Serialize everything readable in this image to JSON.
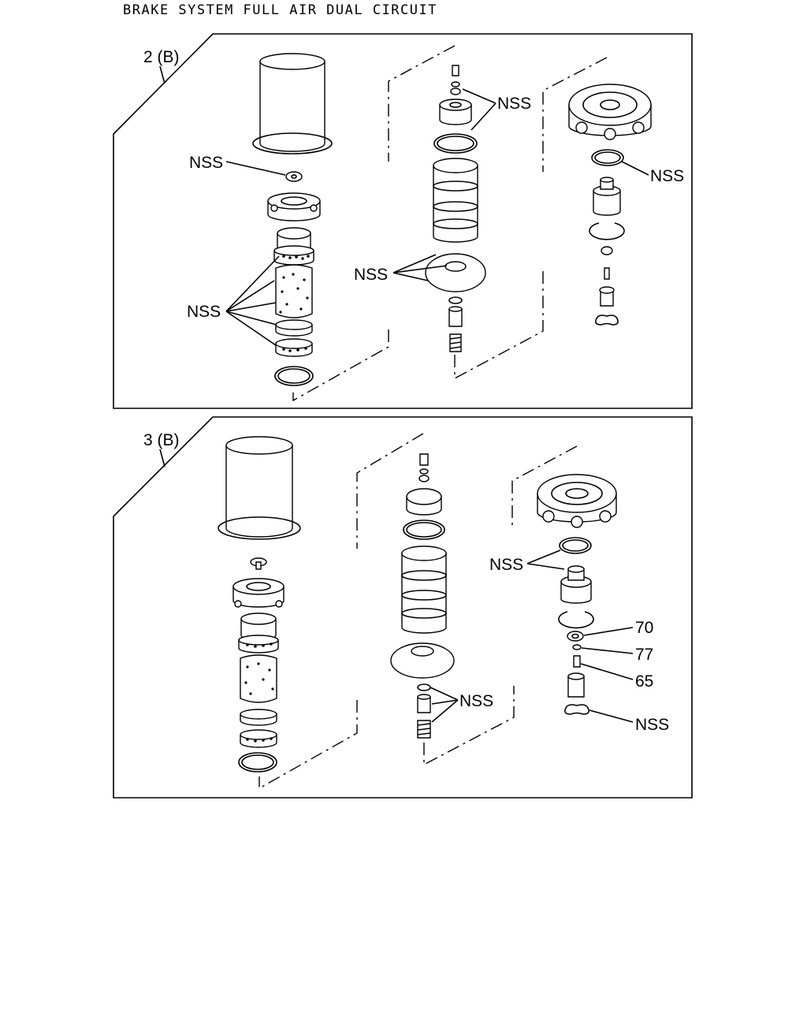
{
  "title": "BRAKE SYSTEM FULL AIR DUAL CIRCUIT",
  "panels": [
    {
      "label": "2 (B)",
      "callouts": [
        "NSS",
        "NSS",
        "NSS",
        "NSS",
        "NSS"
      ]
    },
    {
      "label": "3 (B)",
      "callouts": [
        "NSS",
        "NSS",
        "70",
        "77",
        "65",
        "NSS"
      ]
    }
  ]
}
